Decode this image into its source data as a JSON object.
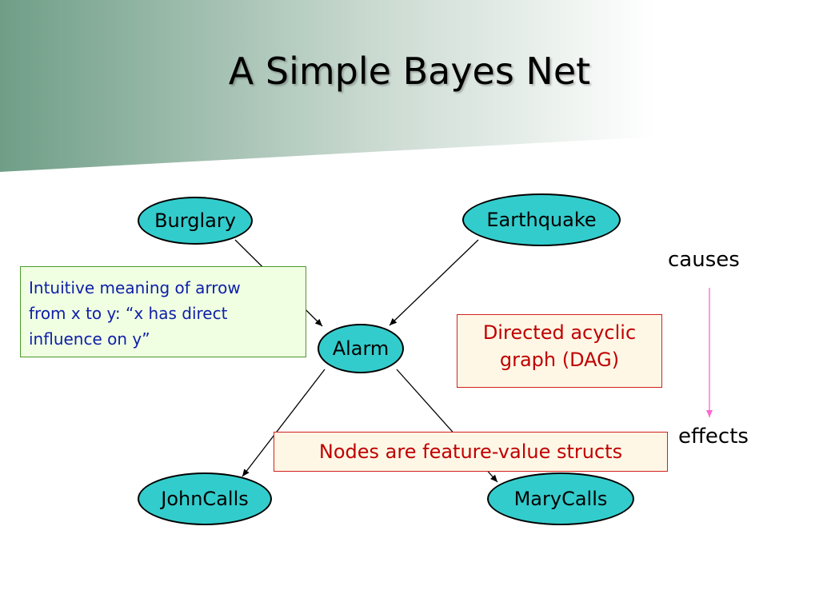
{
  "title": "A Simple Bayes Net",
  "nodes": {
    "burglary": "Burglary",
    "earthquake": "Earthquake",
    "alarm": "Alarm",
    "johncalls": "JohnCalls",
    "marycalls": "MaryCalls"
  },
  "edges": [
    {
      "from": "Burglary",
      "to": "Alarm"
    },
    {
      "from": "Earthquake",
      "to": "Alarm"
    },
    {
      "from": "Alarm",
      "to": "JohnCalls"
    },
    {
      "from": "Alarm",
      "to": "MaryCalls"
    }
  ],
  "notes": {
    "intuitive_line1": "Intuitive meaning of arrow",
    "intuitive_line2": "from x to y: “x has direct",
    "intuitive_line3": "influence on y”",
    "dag_line1": "Directed acyclic",
    "dag_line2": "graph (DAG)",
    "structs": "Nodes are feature-value structs"
  },
  "legend": {
    "causes": "causes",
    "effects": "effects"
  },
  "colors": {
    "node_fill": "#33cccc",
    "header_gradient_start": "#6f9e87",
    "green_note_text": "#0e20a8",
    "red_note_text": "#c00000",
    "causal_arrow": "#ff66cc"
  }
}
